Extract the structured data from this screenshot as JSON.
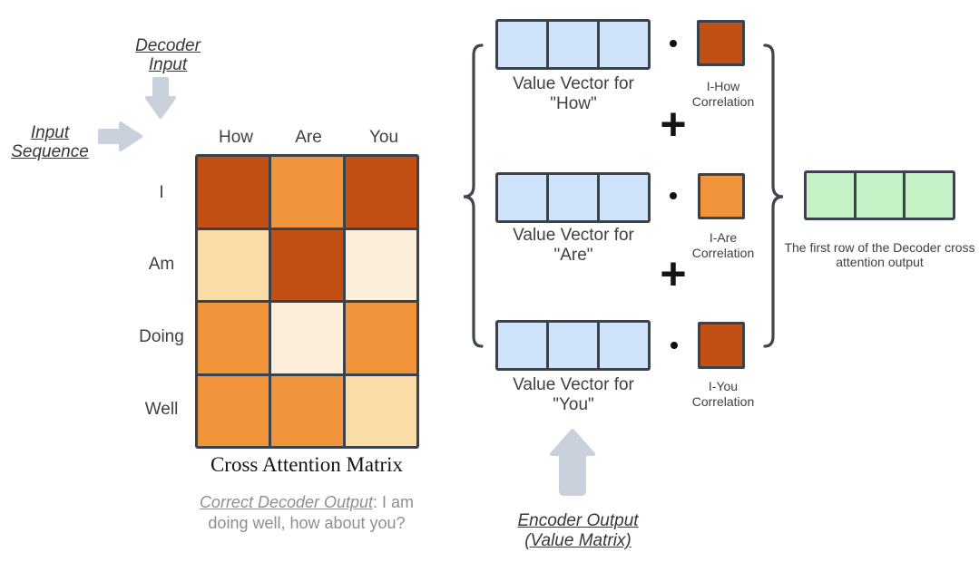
{
  "colors": {
    "background": "#ffffff",
    "border_dark": "#3a424c",
    "corr_high": "#c24f14",
    "corr_mid": "#f2943c",
    "corr_low": "#fadca6",
    "corr_lowest": "#fcefd9",
    "vector_blue": "#cfe3fb",
    "output_green": "#c5f1c6",
    "arrow_gray": "#c9d2dc",
    "brace_dark": "#3f464d",
    "label_dark": "#3d4044",
    "caption_gray": "#8f8f8f"
  },
  "annotations": {
    "decoder_input": {
      "line1": "Decoder",
      "line2": "Input"
    },
    "input_sequence": {
      "line1": "Input",
      "line2": "Sequence"
    },
    "encoder_output": {
      "line1": "Encoder Output",
      "line2": "(Value Matrix)"
    }
  },
  "matrix": {
    "title": "Cross Attention Matrix",
    "caption_emphasis": "Correct Decoder Output",
    "caption_rest": ": I am doing well, how about you?",
    "columns": [
      "How",
      "Are",
      "You"
    ],
    "rows": [
      "I",
      "Am",
      "Doing",
      "Well"
    ],
    "cell_levels": [
      [
        "corr_high",
        "corr_mid",
        "corr_high"
      ],
      [
        "corr_low",
        "corr_high",
        "corr_lowest"
      ],
      [
        "corr_mid",
        "corr_lowest",
        "corr_mid"
      ],
      [
        "corr_mid",
        "corr_mid",
        "corr_low"
      ]
    ]
  },
  "sum": {
    "dot": "·",
    "plus": "+",
    "terms": [
      {
        "vector_line1": "Value Vector for",
        "vector_line2": "\"How\"",
        "corr_line1": "I-How",
        "corr_line2": "Correlation",
        "level": "corr_high"
      },
      {
        "vector_line1": "Value Vector for",
        "vector_line2": "\"Are\"",
        "corr_line1": "I-Are",
        "corr_line2": "Correlation",
        "level": "corr_mid"
      },
      {
        "vector_line1": "Value Vector for",
        "vector_line2": "\"You\"",
        "corr_line1": "I-You",
        "corr_line2": "Correlation",
        "level": "corr_high"
      }
    ]
  },
  "output": {
    "label_line1": "The first row of the Decoder cross",
    "label_line2": "attention output"
  }
}
